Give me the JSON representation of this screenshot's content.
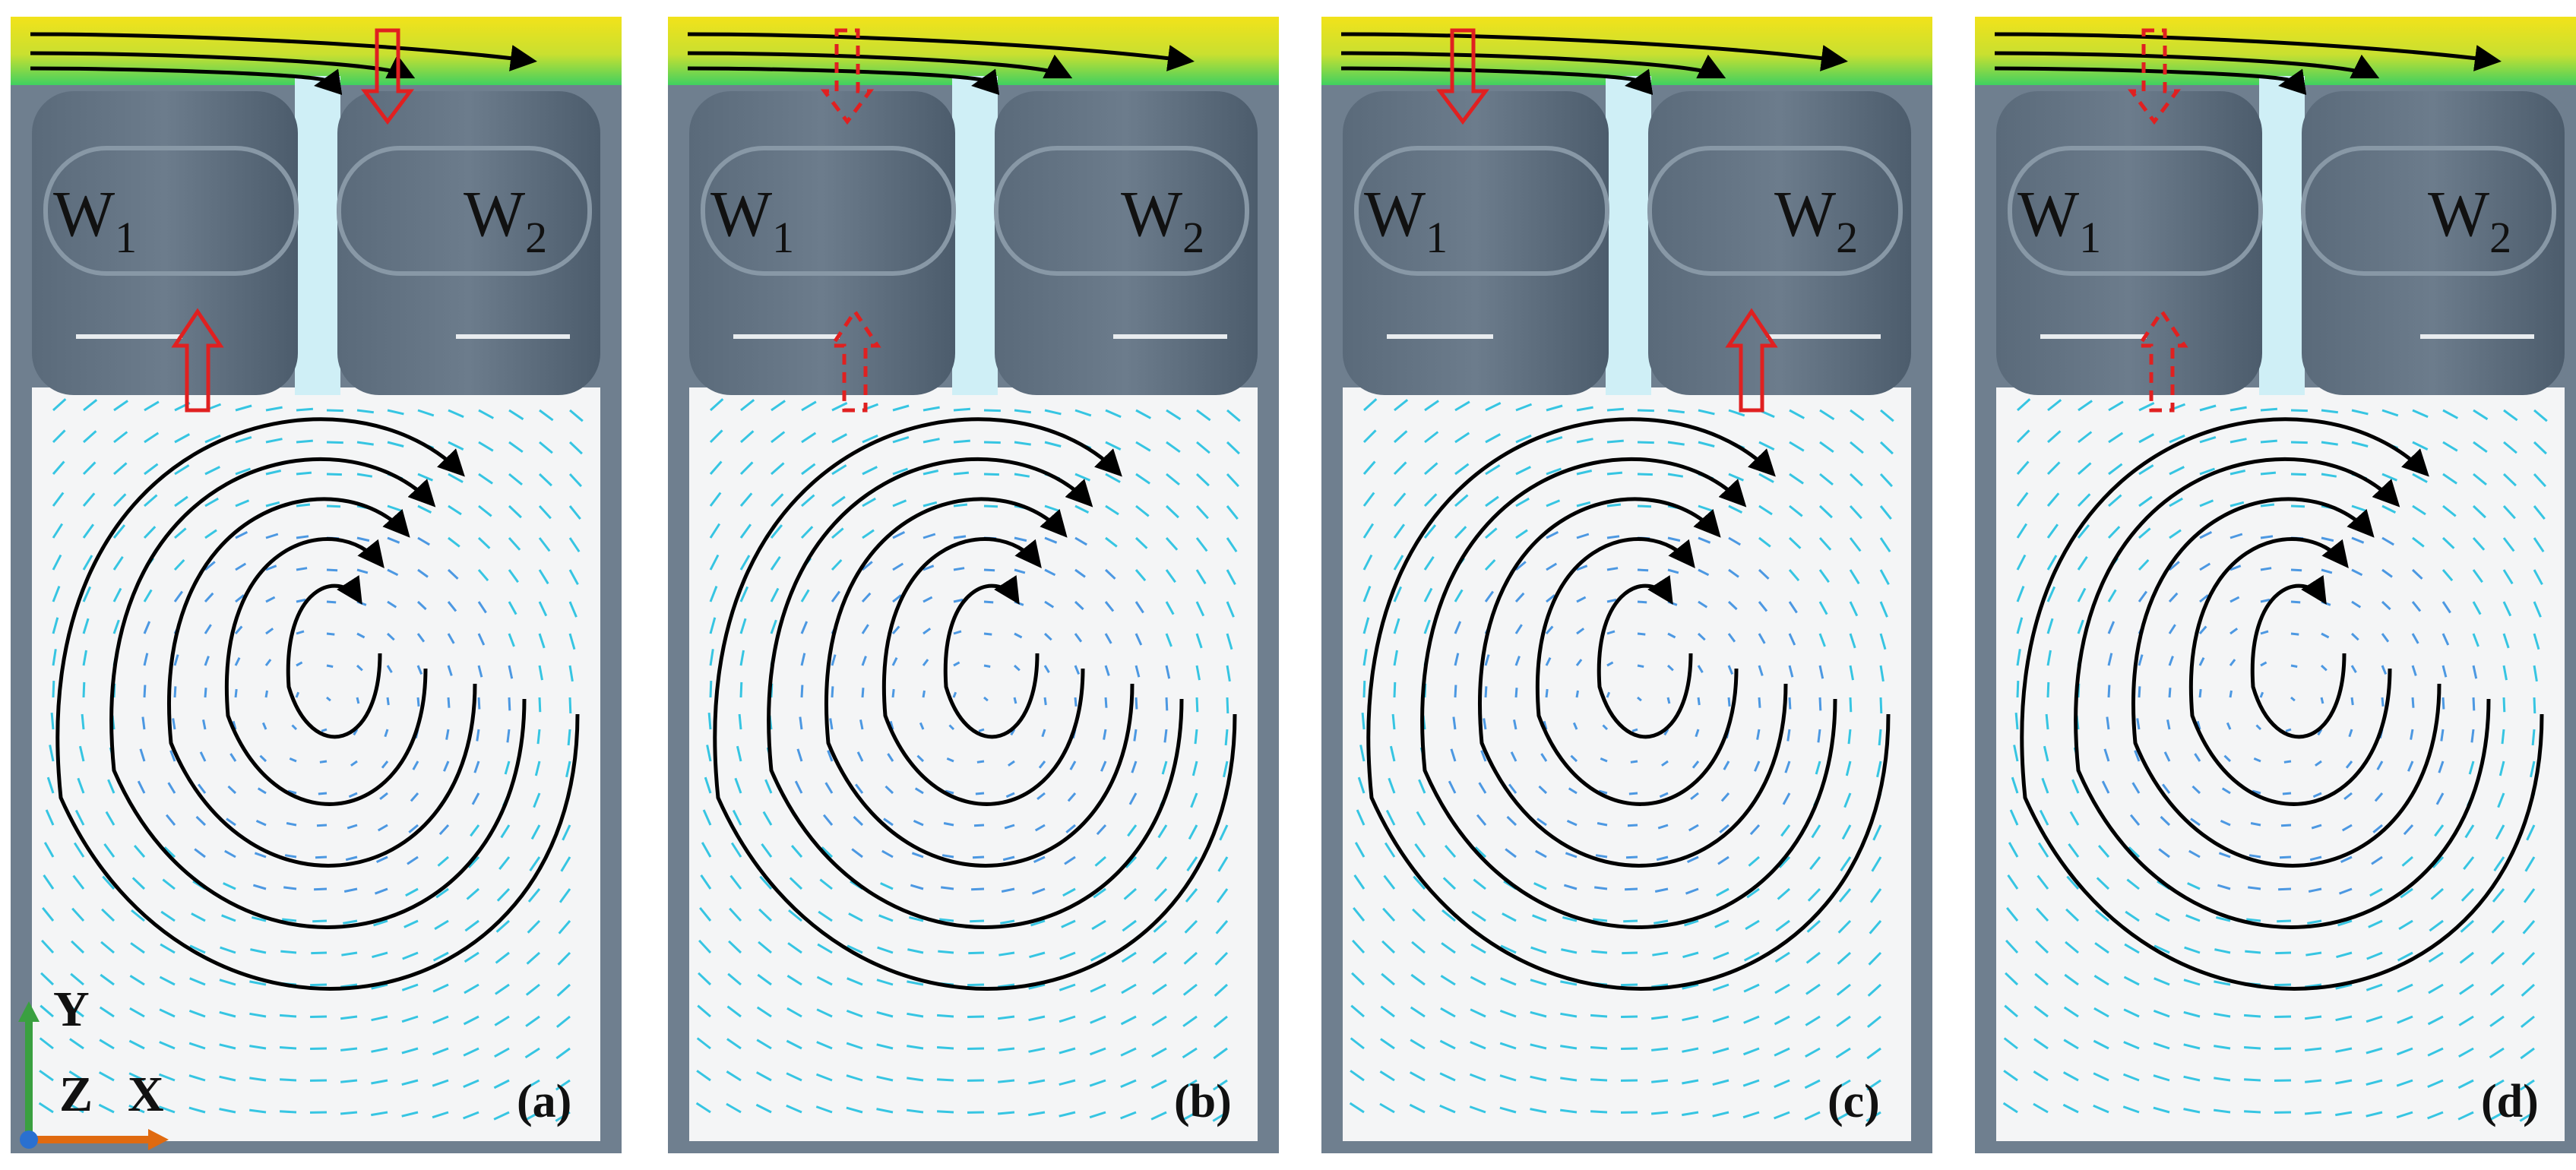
{
  "panels": [
    {
      "label": "(a)",
      "vortex": "clockwise",
      "arrow_up": "solid",
      "arrow_down": "solid"
    },
    {
      "label": "(b)",
      "vortex": "clockwise",
      "arrow_up": "dashed",
      "arrow_down": "dashed"
    },
    {
      "label": "(c)",
      "vortex": "clockwise",
      "arrow_up": "solid",
      "arrow_down": "solid"
    },
    {
      "label": "(d)",
      "vortex": "clockwise",
      "arrow_up": "dashed",
      "arrow_down": "dashed"
    }
  ],
  "labels": {
    "w1_main": "W",
    "w1_sub": "1",
    "w2_main": "W",
    "w2_sub": "2"
  },
  "axis": {
    "y": "Y",
    "z": "Z",
    "x": "X"
  },
  "colors": {
    "frame": "#6f7f8f",
    "cavity_bg": "#f4f5f6",
    "block": "#556676",
    "streamline": "#000000",
    "flow_arrow": "#e02020",
    "vector_low": "#1da8e0",
    "vector_high_yellow": "#f2e21a",
    "vector_mid_green": "#40d060"
  }
}
